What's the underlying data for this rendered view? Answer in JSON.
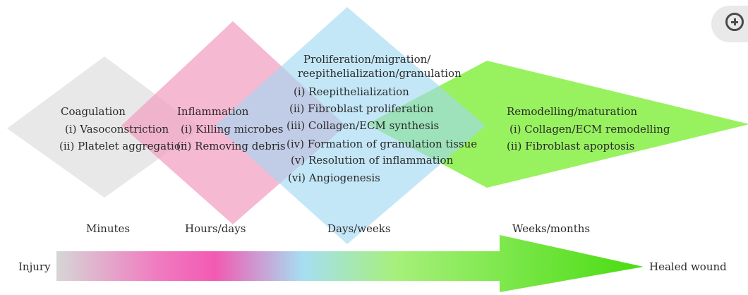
{
  "phases": {
    "coagulation": {
      "title": "Coagulation",
      "items": [
        "(i) Vasoconstriction",
        "(ii) Platelet aggregation"
      ]
    },
    "inflammation": {
      "title": "Inflammation",
      "items": [
        "(i) Killing microbes",
        "(ii) Removing debris"
      ]
    },
    "proliferation": {
      "title_lines": [
        "Proliferation/migration/",
        "reepithelialization/granulation"
      ],
      "items": [
        "(i) Reepithelialization",
        "(ii) Fibroblast proliferation",
        "(iii) Collagen/ECM synthesis",
        "(iv) Formation of granulation tissue",
        "(v) Resolution of inflammation",
        "(vi) Angiogenesis"
      ]
    },
    "remodelling": {
      "title": "Remodelling/maturation",
      "items": [
        "(i) Collagen/ECM remodelling",
        "(ii) Fibroblast apoptosis"
      ]
    }
  },
  "timescales": [
    "Minutes",
    "Hours/days",
    "Days/weeks",
    "Weeks/months"
  ],
  "timeline": {
    "start_label": "Injury",
    "end_label": "Healed wound"
  },
  "colors": {
    "coagulation": "#e4e4e4",
    "inflammation": "#f29ec0",
    "proliferation": "#9fd8f2",
    "remodelling": "#8af04a",
    "arrow_gradient": [
      "#d6d6d6",
      "#f07cc0",
      "#f25ab2",
      "#a6def2",
      "#a6f07a",
      "#48dc10"
    ]
  },
  "icons": {
    "zoom": "zoom-in-icon"
  }
}
